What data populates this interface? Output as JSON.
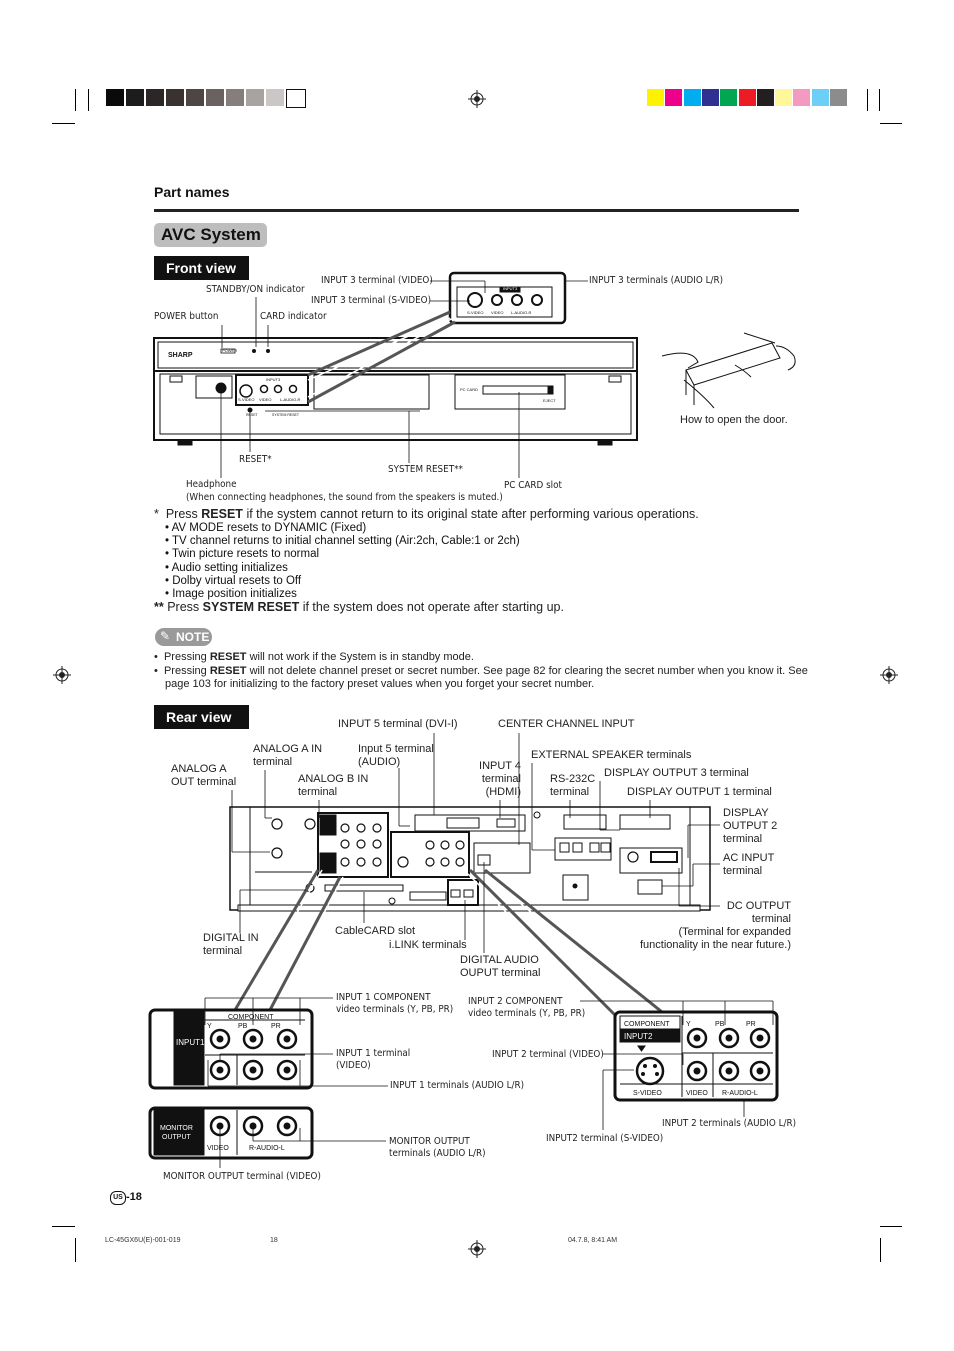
{
  "header": {
    "section": "Part names",
    "title": "AVC System"
  },
  "color_bars": {
    "left": [
      "#0a0a0a",
      "#1c1c1c",
      "#2c2626",
      "#3a3230",
      "#4e4644",
      "#6a6260",
      "#857e7c",
      "#a8a2a0",
      "#cbc7c6",
      "#ffffff"
    ],
    "right": [
      "#fff200",
      "#ec008c",
      "#00aeef",
      "#2e3192",
      "#00a651",
      "#ed1c24",
      "#231f20",
      "#fff799",
      "#f49ac1",
      "#6dcff6",
      "#8c8c8c"
    ]
  },
  "front": {
    "tab": "Front view",
    "labels": {
      "standby": "STANDBY/ON indicator",
      "power": "POWER button",
      "card": "CARD indicator",
      "in3_video": "INPUT 3 terminal (VIDEO)",
      "in3_svideo": "INPUT 3 terminal (S-VIDEO)",
      "in3_audio": "INPUT 3 terminals (AUDIO L/R)",
      "reset": "RESET*",
      "system_reset": "SYSTEM RESET**",
      "pc_card": "PC CARD slot",
      "headphone": "Headphone",
      "headphone_note": "(When connecting headphones, the sound from the speakers is muted.)",
      "door": "How to open the door."
    },
    "device_text": {
      "brand": "SHARP",
      "power": "POWER",
      "input3": "INPUT3",
      "svideo": "S-VIDEO",
      "video": "VIDEO",
      "laudio": "L-AUDIO-R",
      "pc_card": "PC CARD",
      "eject": "EJECT",
      "reset": "RESET",
      "system_reset": "SYSTEM RESET"
    }
  },
  "reset_note": {
    "star": "*",
    "press": "Press",
    "key": "RESET",
    "rest": "if the system cannot return to its original state after performing various operations.",
    "items": [
      "AV MODE resets to DYNAMIC (Fixed)",
      "TV channel returns to initial channel setting (Air:2ch, Cable:1 or 2ch)",
      "Twin picture resets to normal",
      "Audio setting initializes",
      "Dolby virtual resets to Off",
      "Image position initializes"
    ],
    "star2": "**",
    "press2": "Press",
    "key2": "SYSTEM RESET",
    "rest2": "if the system does not operate after starting up."
  },
  "note": {
    "badge": "NOTE",
    "items": [
      {
        "pre": "Pressing ",
        "key": "RESET",
        "post": " will not work if the System is in standby mode."
      },
      {
        "pre": "Pressing ",
        "key": "RESET",
        "post": " will not delete channel preset or secret number. See page 82 for clearing the secret number when you know it. See page 103 for initializing to the factory preset values when you forget your secret number."
      }
    ]
  },
  "rear": {
    "tab": "Rear view",
    "labels": {
      "in5_dvi": "INPUT 5 terminal (DVI-I)",
      "center": "CENTER CHANNEL INPUT",
      "analog_a_in": [
        "ANALOG A IN",
        "terminal"
      ],
      "in5_audio": [
        "Input 5 terminal",
        "(AUDIO)"
      ],
      "ext_speaker": "EXTERNAL SPEAKER terminals",
      "analog_a_out": [
        "ANALOG A",
        "OUT terminal"
      ],
      "analog_b_in": [
        "ANALOG B IN",
        "terminal"
      ],
      "in4": [
        "INPUT 4",
        "terminal",
        "(HDMI)"
      ],
      "rs232": [
        "RS-232C",
        "terminal"
      ],
      "disp3": "DISPLAY OUTPUT 3 terminal",
      "disp1": "DISPLAY OUTPUT 1 terminal",
      "disp2": [
        "DISPLAY",
        "OUTPUT 2",
        "terminal"
      ],
      "ac_in": [
        "AC INPUT",
        "terminal"
      ],
      "dc_out": [
        "DC OUTPUT",
        "terminal",
        "(Terminal for expanded",
        "functionality in the near future.)"
      ],
      "digital_in": [
        "DIGITAL IN",
        "terminal"
      ],
      "cablecard": "CableCARD slot",
      "ilink": "i.LINK terminals",
      "digital_audio": [
        "DIGITAL AUDIO",
        "OUPUT terminal"
      ],
      "in1_comp": [
        "INPUT 1 COMPONENT",
        "video terminals (Y, PB, PR)"
      ],
      "in2_comp": [
        "INPUT 2 COMPONENT",
        "video terminals (Y, PB, PR)"
      ],
      "in1_video": [
        "INPUT 1 terminal",
        "(VIDEO)"
      ],
      "in2_video": "INPUT 2 terminal (VIDEO)",
      "in1_audio": "INPUT 1 terminals (AUDIO L/R)",
      "in2_audio": "INPUT 2 terminals (AUDIO L/R)",
      "in2_svideo": "INPUT2 terminal (S-VIDEO)",
      "mon_audio": [
        "MONITOR OUTPUT",
        "terminals (AUDIO L/R)"
      ],
      "mon_video": "MONITOR OUTPUT terminal (VIDEO)"
    },
    "panel_text": {
      "component": "COMPONENT",
      "input1": "INPUT1",
      "input2": "INPUT2",
      "y": "Y",
      "pb": "PB",
      "pr": "PR",
      "svideo": "S-VIDEO",
      "video": "VIDEO",
      "raudiol": "R-AUDIO-L",
      "monitor": "MONITOR",
      "output": "OUTPUT"
    }
  },
  "footer": {
    "page": "-18",
    "us": "US",
    "file": "LC-45GX6U(E)-001-019",
    "num": "18",
    "date": "04.7.8, 8:41 AM"
  }
}
